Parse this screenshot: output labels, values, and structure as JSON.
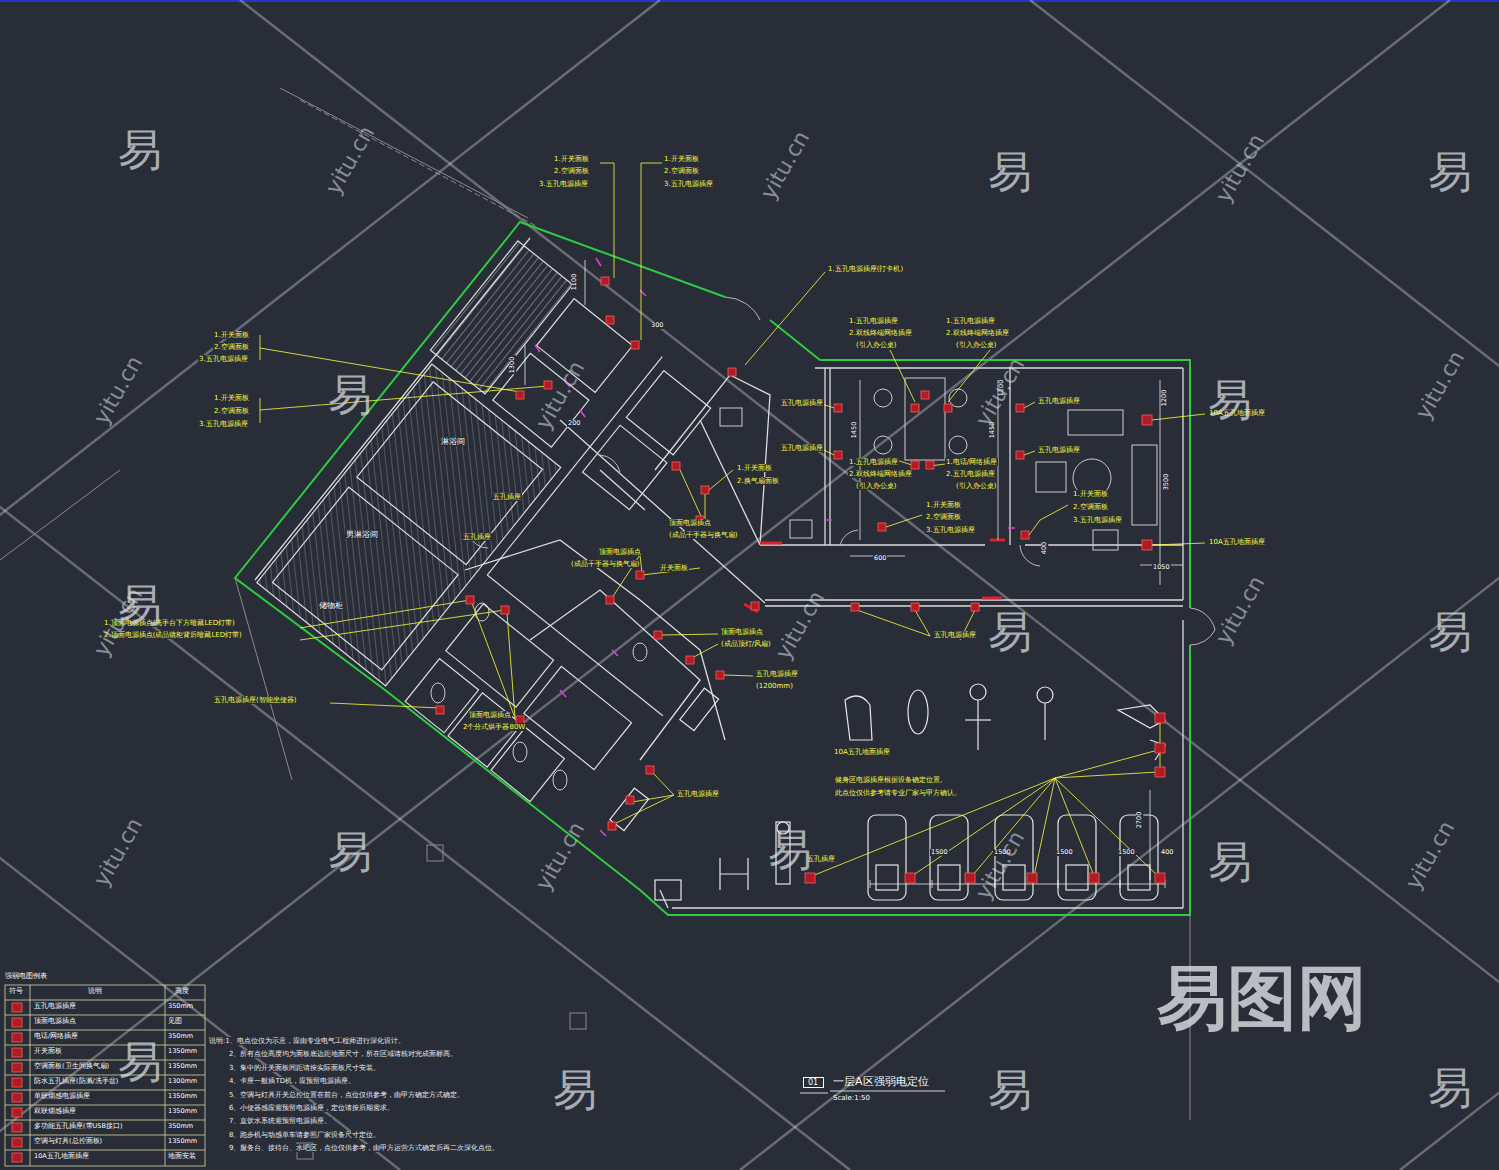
{
  "diagram": {
    "title": "一层A区强弱电定位",
    "caption": "Scale:1:50",
    "nodes": [
      {
        "text": [
          "强弱电图例表"
        ]
      },
      {
        "text": [
          "01"
        ]
      }
    ],
    "labels": [
      "1.开关面板",
      "2.空调面板",
      "3.五孔电源插座",
      "1.开关面板",
      "2.空调面板",
      "3.五孔电源插座",
      "1.五孔电源插座(打卡机)",
      "1.开关面板",
      "2.空调面板",
      "3.五孔电源插座",
      "1.开关面板",
      "2.空调面板",
      "3.五孔电源插座",
      "1.五孔电源插座",
      "2.双线终端网络插座",
      "(引入办公桌)",
      "1.五孔电源插座",
      "2.双线终端网络插座",
      "(引入办公桌)",
      "1.五孔电源插座",
      "2.双线终端网络插座",
      "(引入办公桌)",
      "1.电话/网络插座",
      "2.五孔电源插座",
      "(引入办公桌)",
      "五孔电源插座",
      "五孔电源插座",
      "五孔电源插座",
      "五孔电源插座",
      "10A五孔地面插座",
      "10A五孔地面插座",
      "1.开关面板",
      "2.空调面板",
      "3.五孔电源插座",
      "1.开关面板",
      "2.空调面板",
      "3.五孔电源插座",
      "1.开关面板",
      "2.换气扇面板",
      "顶面电源插点",
      "(成品干手器与换气扇)",
      "顶面电源插点",
      "(成品干手器与换气扇)",
      "开关面板",
      "顶面电源插点",
      "(成品顶灯/风扇)",
      "五孔电源插座",
      "(1200mm)",
      "顶面电源插点",
      "2个分式烘手器80W",
      "五孔电源插座",
      "五孔电源插座",
      "健身区电源插座根据设备确定位置,",
      "此点位仅供参考请专业厂家与甲方确认。",
      "1.顶面电源插点(洗手台下方暗藏LED灯带)",
      "2.顶面电源插点(成品镜柜背后暗藏LED灯带)",
      "五孔电源插座(智能坐便器)",
      "10A五孔地面插座",
      "五孔插座",
      "1100",
      "1300",
      "200",
      "300",
      "1450",
      "1450",
      "1500",
      "1500",
      "1500",
      "1500",
      "400",
      "2700",
      "3500",
      "1050",
      "600",
      "400",
      "1200",
      "1200",
      "淋浴间",
      "男淋浴间",
      "储物柜",
      "五孔插座",
      "五孔插座",
      "易",
      "易",
      "易",
      "易",
      "易",
      "易",
      "易",
      "易",
      "易",
      "易",
      "易",
      "易",
      "易",
      "易",
      "易",
      "yitu.cn",
      "yitu.cn",
      "yitu.cn",
      "yitu.cn",
      "yitu.cn",
      "yitu.cn",
      "yitu.cn",
      "yitu.cn",
      "yitu.cn",
      "yitu.cn",
      "yitu.cn",
      "yitu.cn",
      "yitu.cn",
      "yitu.cn",
      "易图网",
      "说明:1、电点位仅为示意，应由专业电气工程师进行深化设计。",
      "2、所有点位高度均为面板底边距地面尺寸，所在区域请核对完成面标高。",
      "3、集中的开关面板间距请按实际面板尺寸安装。",
      "4、卡座一般插TD机，应预留电源插座。",
      "5、空调与灯具开关总控位置在前台，点位仅供参考，由甲方确定方式确定。",
      "6、小便器感应需预留电源插座，定位请按后期需求。",
      "7、直饮水系统需预留电源插座。",
      "8、跑步机与动感单车请参照厂家设备尺寸定位。",
      "9、服务台、接待台、水吧区，点位仅供参考，由甲方运营方式确定后再二次深化点位。",
      "符号",
      "说明",
      "高度",
      "350mm",
      "见图",
      "350mm",
      "1350mm",
      "1350mm",
      "1300mm",
      "1350mm",
      "1350mm",
      "350mm",
      "1350mm",
      "地面安装"
    ],
    "legend": [
      {
        "text": "五孔电源插座"
      },
      {
        "text": "顶面电源插点"
      },
      {
        "text": "电话/网络插座"
      },
      {
        "text": "开关面板"
      },
      {
        "text": "空调面板(卫生间换气扇)"
      },
      {
        "text": "防水五孔插座(防溅/洗手盆)"
      },
      {
        "text": "单联烟感电源插座"
      },
      {
        "text": "双联烟感插座"
      },
      {
        "text": "多功能五孔插座(带USB接口)"
      },
      {
        "text": "空调与灯具(总控面板)"
      },
      {
        "text": "10A五孔地面插座"
      }
    ]
  }
}
